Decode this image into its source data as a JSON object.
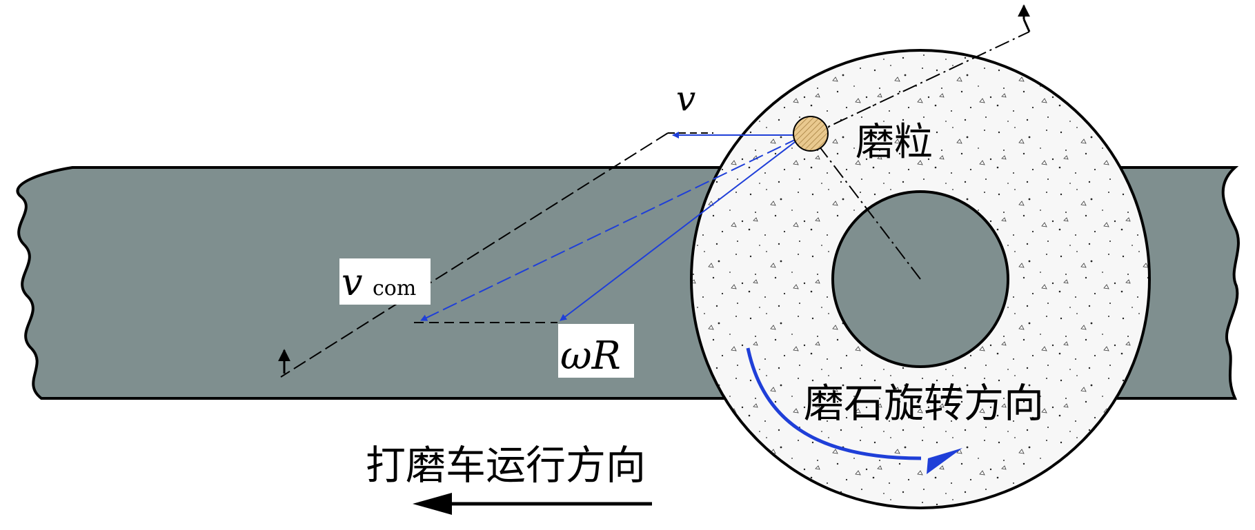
{
  "labels": {
    "v": "v",
    "v_com_main": "v",
    "v_com_sub": "com",
    "omega_r": "ωR",
    "grain": "磨粒",
    "stone_rotation": "磨石旋转方向",
    "car_direction": "打磨车运行方向"
  },
  "colors": {
    "rail": "#7f8f8f",
    "outline": "#000000",
    "vector": "#1f3fd8",
    "stone": "#f7f7f7",
    "grain": "#e9c98f",
    "background": "#ffffff"
  },
  "icons": {
    "rotation_arrow": "curved-arrow-icon",
    "direction_arrow": "left-arrow-icon"
  }
}
